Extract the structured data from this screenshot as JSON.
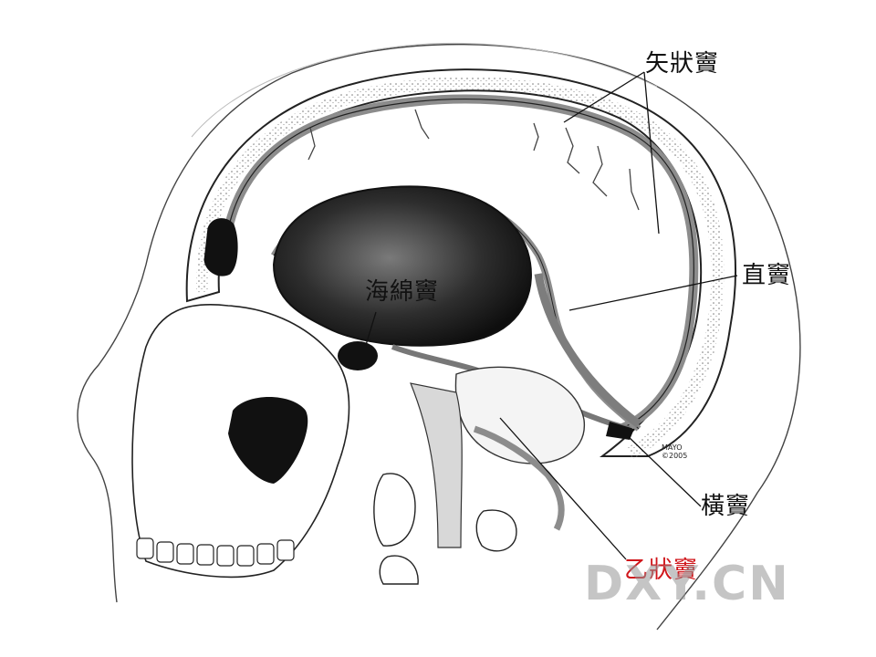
{
  "labels": {
    "sagittal_sinus": "矢狀竇",
    "straight_sinus": "直竇",
    "cavernous_sinus": "海綿竇",
    "transverse_sinus": "橫竇",
    "sigmoid_sinus": "乙狀竇"
  },
  "credit": {
    "line1": "MAYO",
    "line2": "©2005"
  },
  "watermark": "DXY.CN",
  "colors": {
    "sigmoid_label": "#d0161b",
    "sinus_fill": "#8c8c8c",
    "ink": "#111111"
  }
}
